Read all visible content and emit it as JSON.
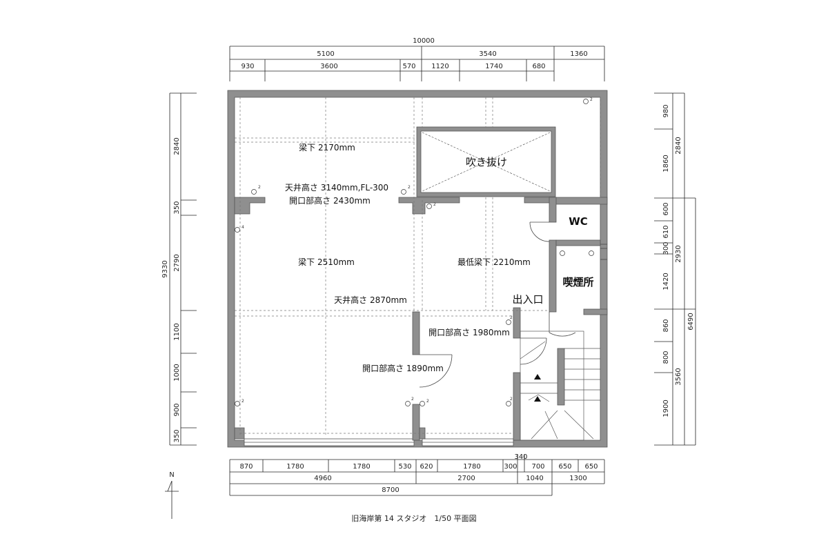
{
  "title": "旧海岸第 14 スタジオ　1/50 平面図",
  "north": "N",
  "dims": {
    "top_total": "10000",
    "top_row1": [
      "5100",
      "3540",
      "1360"
    ],
    "top_row2": [
      "930",
      "3600",
      "570",
      "1120",
      "1740",
      "680"
    ],
    "left_total": "9330",
    "left_row": [
      "2840",
      "350",
      "2790",
      "1100",
      "1000",
      "900",
      "350"
    ],
    "right_row1": [
      "980",
      "1860",
      "600",
      "610",
      "300",
      "1420",
      "860",
      "800",
      "1900"
    ],
    "right_row2": [
      "2840",
      "2930",
      "3560"
    ],
    "right_total": "6490",
    "bottom_single": "340",
    "bottom_row1": [
      "870",
      "1780",
      "1780",
      "530",
      "620",
      "1780",
      "300",
      "700",
      "650",
      "650"
    ],
    "bottom_row2": [
      "4960",
      "2700",
      "1040",
      "1300"
    ],
    "bottom_total": "8700"
  },
  "labels": {
    "void": "吹き抜け",
    "wc": "WC",
    "smoking": "喫煙所",
    "entrance": "出入口",
    "beam1": "梁下 2170mm",
    "ceiling1": "天井高さ 3140mm,FL-300",
    "opening1": "開口部高さ 2430mm",
    "beam2": "梁下 2510mm",
    "min_beam": "最低梁下 2210mm",
    "ceiling2": "天井高さ 2870mm",
    "opening2": "開口部高さ 1980mm",
    "opening3": "開口部高さ 1890mm"
  },
  "outlet_marks": [
    "2",
    "2",
    "2",
    "2",
    "4",
    "2",
    "2",
    "2",
    "2",
    "2"
  ]
}
